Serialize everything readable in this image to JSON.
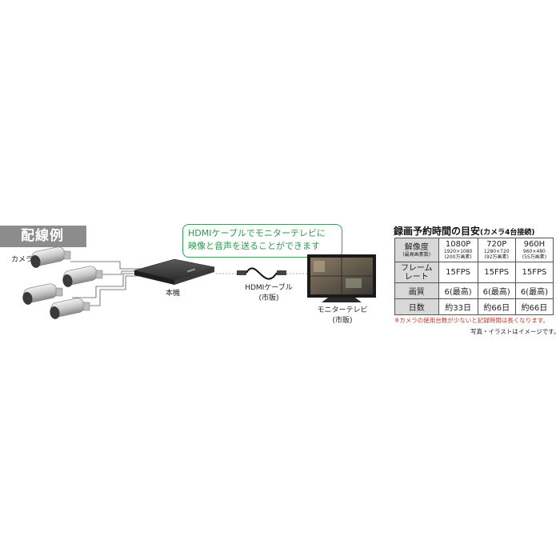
{
  "section_title": "配線例",
  "callout": {
    "line1": "HDMIケーブルでモニターテレビに",
    "line2": "映像と音声を送ることができます"
  },
  "labels": {
    "camera": "カメラ",
    "recorder": "本機",
    "cable_line1": "HDMIケーブル",
    "cable_line2": "(市販)",
    "monitor_line1": "モニターテレビ",
    "monitor_line2": "(市販)"
  },
  "table": {
    "title_main": "録画予約時間の目安",
    "title_sub": "(カメラ4台接続)",
    "row_labels": {
      "resolution": "解像度",
      "resolution_sub": "(最高画素数)",
      "framerate_1": "フレーム",
      "framerate_2": "レート",
      "quality": "画質",
      "days": "日数"
    },
    "columns": [
      {
        "name": "1080P",
        "res": "1920×1080",
        "pixels": "(200万画素)",
        "fps": "15FPS",
        "quality": "6(最高)",
        "days": "約33日"
      },
      {
        "name": "720P",
        "res": "1280×720",
        "pixels": "(92万画素)",
        "fps": "15FPS",
        "quality": "6(最高)",
        "days": "約66日"
      },
      {
        "name": "960H",
        "res": "960×480",
        "pixels": "(55万画素)",
        "fps": "15FPS",
        "quality": "6(最高)",
        "days": "約66日"
      }
    ]
  },
  "notes": {
    "note1": "※カメラの使用台数が少ないと記録時間は長くなります。",
    "note2": "写真・イラストはイメージです。"
  }
}
